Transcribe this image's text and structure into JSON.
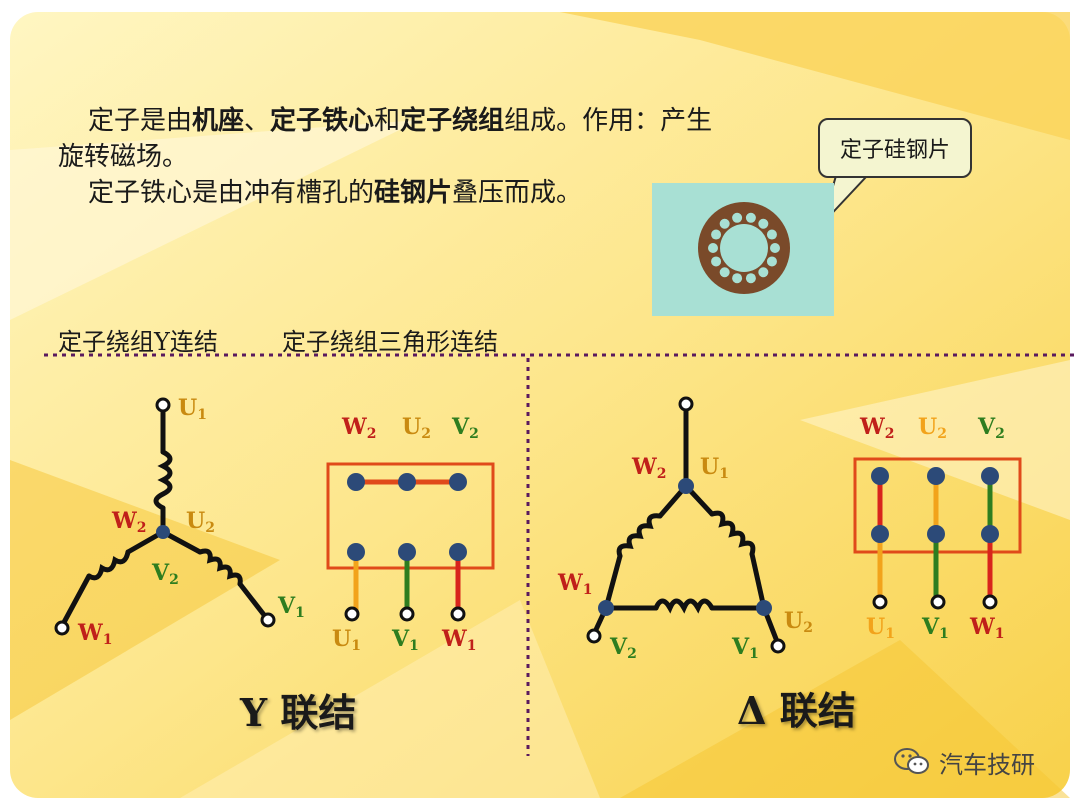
{
  "intro": {
    "line1_prefix": "定子是由",
    "line1_bold1": "机座",
    "line1_sep1": "、",
    "line1_bold2": "定子铁心",
    "line1_mid": "和",
    "line1_bold3": "定子绕组",
    "line1_suffix": "组成。作用：产生",
    "line2": "旋转磁场。",
    "line3_prefix": "定子铁心是由冲有槽孔的",
    "line3_bold": "硅钢片",
    "line3_suffix": "叠压而成。"
  },
  "callout": {
    "label": "定子硅钢片"
  },
  "subtitle": {
    "y_text": "定子绕组Y连结",
    "delta_text": "定子绕组三角形连结"
  },
  "y_diagram": {
    "title": "Y 联结",
    "labels": {
      "u1": "U",
      "u2": "U",
      "v1": "V",
      "v2": "V",
      "w1": "W",
      "w2": "W",
      "sub1": "1",
      "sub2": "2"
    },
    "terminal_top": [
      "W",
      "U",
      "V"
    ],
    "terminal_bottom": [
      "U",
      "V",
      "W"
    ],
    "top_sub": "2",
    "bottom_sub": "1"
  },
  "delta_diagram": {
    "title": "Δ 联结",
    "labels": {
      "u1": "U",
      "u2": "U",
      "v1": "V",
      "v2": "V",
      "w1": "W",
      "w2": "W",
      "sub1": "1",
      "sub2": "2"
    },
    "terminal_top": [
      "W",
      "U",
      "V"
    ],
    "terminal_bottom": [
      "U",
      "V",
      "W"
    ],
    "top_sub": "2",
    "bottom_sub": "1"
  },
  "brand": {
    "name": "汽车技研"
  },
  "colors": {
    "u_wire": "#f2a31b",
    "v_wire": "#2e7d1f",
    "w_wire": "#d8241c",
    "u_label": "#c98a10",
    "v_label": "#2e7d1f",
    "w_label": "#c0201a",
    "terminal_dot": "#2c4a78",
    "box_border": "#e04a1a",
    "divider": "#5a1a5e",
    "background": "#fbe27a"
  }
}
